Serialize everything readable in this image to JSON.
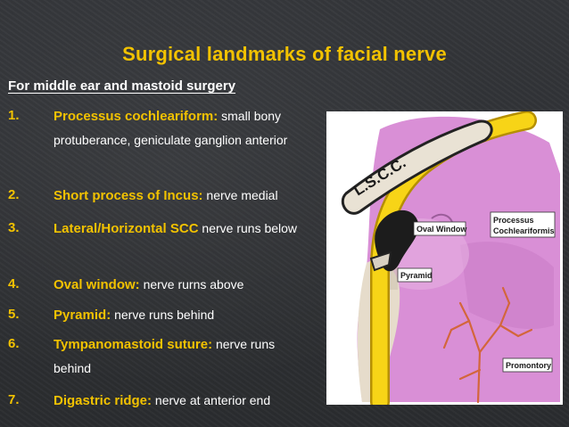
{
  "slide": {
    "title": "Surgical landmarks of facial nerve",
    "subtitle": "For middle ear and mastoid surgery",
    "items": [
      {
        "num": "1.",
        "term": " Processus cochleariform:",
        "desc": " small bony protuberance, geniculate ganglion anterior"
      },
      {
        "num": "2.",
        "term": "Short process of Incus:",
        "desc": " nerve medial"
      },
      {
        "num": "3.",
        "term": "Lateral/Horizontal SCC",
        "desc": "  nerve runs below"
      },
      {
        "num": "4.",
        "term": "Oval window:",
        "desc": " nerve rurns above"
      },
      {
        "num": "5.",
        "term": "Pyramid:",
        "desc": " nerve runs behind"
      },
      {
        "num": "6.",
        "term": "Tympanomastoid suture:",
        "desc": " nerve runs behind"
      },
      {
        "num": "7.",
        "term": "Digastric ridge:",
        "desc": " nerve at anterior end"
      }
    ]
  },
  "figure": {
    "labels": {
      "lscc": "L.S.C.C.",
      "oval_window": "Oval Window",
      "processus_line1": "Processus",
      "processus_line2": "Cochleariformis",
      "pyramid": "Pyramid",
      "promontory": "Promontory"
    },
    "colors": {
      "nerve": "#f7d417",
      "background_tissue": "#d98fd6",
      "bone": "#e6dccb",
      "title": "#f2c200"
    }
  }
}
